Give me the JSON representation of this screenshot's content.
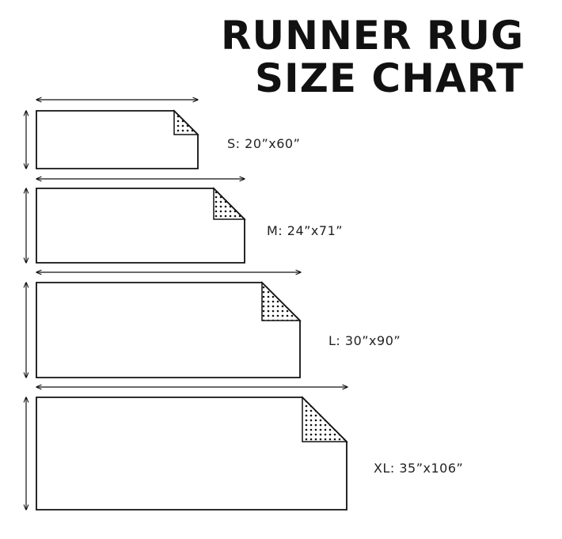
{
  "title": {
    "line1": "RUNNER RUG",
    "line2": "SIZE CHART"
  },
  "sizes": [
    {
      "label": "S: 20”x60”"
    },
    {
      "label": "M: 24”x71”"
    },
    {
      "label": "L: 30”x90”"
    },
    {
      "label": "XL: 35”x106”"
    }
  ],
  "colors": {
    "ink": "#111111",
    "background": "#ffffff"
  }
}
